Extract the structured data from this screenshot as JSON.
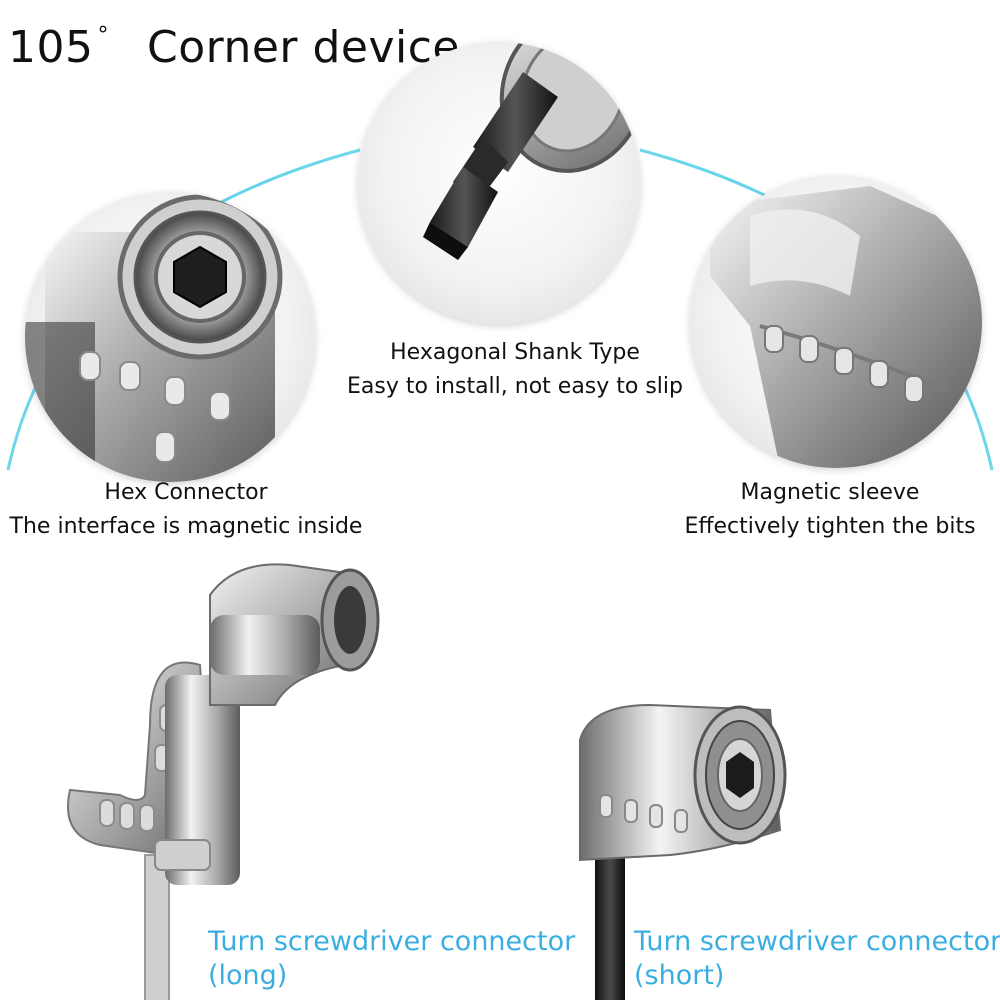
{
  "title": {
    "number": "105",
    "degree_symbol": "°",
    "text": "Corner device"
  },
  "colors": {
    "accent_cyan": "#5fd3e8",
    "label_blue": "#3aaee0",
    "text": "#111111"
  },
  "features": {
    "hex_connector": {
      "title": "Hex Connector",
      "subtitle": "The interface is magnetic inside"
    },
    "hex_shank": {
      "title": "Hexagonal Shank Type",
      "subtitle": "Easy to install, not easy to slip"
    },
    "magnetic_sleeve": {
      "title": "Magnetic sleeve",
      "subtitle": "Effectively tighten the bits"
    }
  },
  "products": {
    "long": {
      "line1": "Turn screwdriver connector",
      "line2": "(long)"
    },
    "short": {
      "line1": "Turn screwdriver connector",
      "line2": "(short)"
    }
  }
}
